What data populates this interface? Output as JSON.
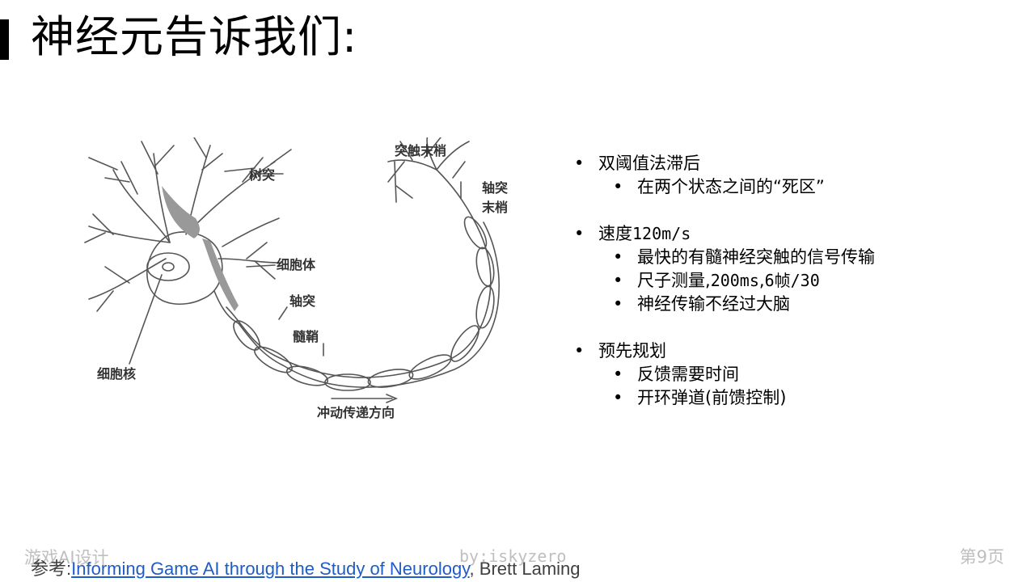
{
  "slide": {
    "title": "神经元告诉我们:"
  },
  "figure": {
    "labels": {
      "synapse_terminal": "突触末梢",
      "dendrite": "树突",
      "axon_terminal_1": "轴突",
      "axon_terminal_2": "末梢",
      "cell_body": "细胞体",
      "axon": "轴突",
      "myelin": "髓鞘",
      "nucleus": "细胞核",
      "direction": "冲动传递方向"
    }
  },
  "bullets": {
    "b1": {
      "text": "双阈值法滞后",
      "sub1": "在两个状态之间的“死区”"
    },
    "b2": {
      "text_prefix": "速度",
      "text_mono": "120m/s",
      "sub1": "最快的有髓神经突触的信号传输",
      "sub2_prefix": "尺子测量,",
      "sub2_mono1": "200ms",
      "sub2_mid": ",",
      "sub2_mono2": "6帧/30",
      "sub3": "神经传输不经过大脑"
    },
    "b3": {
      "text": "预先规划",
      "sub1": "反馈需要时间",
      "sub2": "开环弹道(前馈控制)"
    }
  },
  "footer": {
    "left": "游戏AI设计",
    "center": "by:iskyzero",
    "right": "第9页"
  },
  "reference": {
    "prefix": "参考:",
    "link_text": "Informing Game AI through the Study of Neurology",
    "suffix": ", Brett Laming"
  }
}
